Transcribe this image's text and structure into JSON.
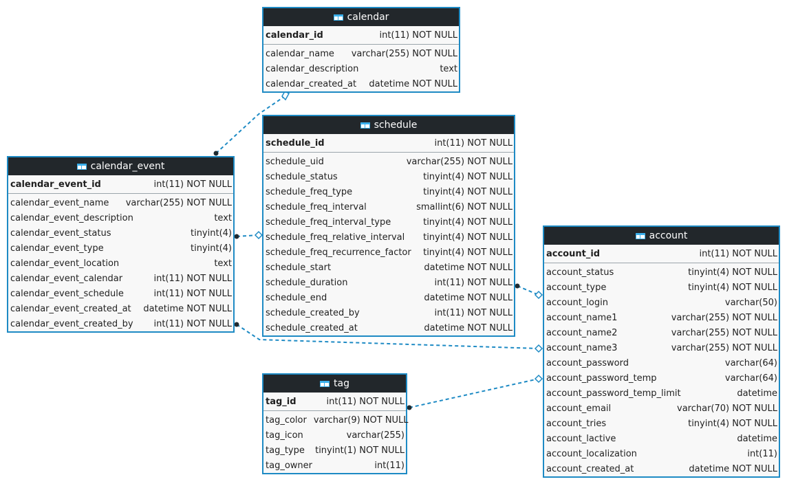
{
  "tables": {
    "calendar": {
      "name": "calendar",
      "columns": [
        {
          "name": "calendar_id",
          "type": "int(11) NOT NULL",
          "pk": true
        },
        {
          "name": "calendar_name",
          "type": "varchar(255) NOT NULL"
        },
        {
          "name": "calendar_description",
          "type": "text"
        },
        {
          "name": "calendar_created_at",
          "type": "datetime NOT NULL"
        }
      ]
    },
    "schedule": {
      "name": "schedule",
      "columns": [
        {
          "name": "schedule_id",
          "type": "int(11) NOT NULL",
          "pk": true
        },
        {
          "name": "schedule_uid",
          "type": "varchar(255) NOT NULL"
        },
        {
          "name": "schedule_status",
          "type": "tinyint(4) NOT NULL"
        },
        {
          "name": "schedule_freq_type",
          "type": "tinyint(4) NOT NULL"
        },
        {
          "name": "schedule_freq_interval",
          "type": "smallint(6) NOT NULL"
        },
        {
          "name": "schedule_freq_interval_type",
          "type": "tinyint(4) NOT NULL"
        },
        {
          "name": "schedule_freq_relative_interval",
          "type": "tinyint(4) NOT NULL"
        },
        {
          "name": "schedule_freq_recurrence_factor",
          "type": "tinyint(4) NOT NULL"
        },
        {
          "name": "schedule_start",
          "type": "datetime NOT NULL"
        },
        {
          "name": "schedule_duration",
          "type": "int(11) NOT NULL"
        },
        {
          "name": "schedule_end",
          "type": "datetime NOT NULL"
        },
        {
          "name": "schedule_created_by",
          "type": "int(11) NOT NULL"
        },
        {
          "name": "schedule_created_at",
          "type": "datetime NOT NULL"
        }
      ]
    },
    "calendar_event": {
      "name": "calendar_event",
      "columns": [
        {
          "name": "calendar_event_id",
          "type": "int(11) NOT NULL",
          "pk": true
        },
        {
          "name": "calendar_event_name",
          "type": "varchar(255) NOT NULL"
        },
        {
          "name": "calendar_event_description",
          "type": "text"
        },
        {
          "name": "calendar_event_status",
          "type": "tinyint(4)"
        },
        {
          "name": "calendar_event_type",
          "type": "tinyint(4)"
        },
        {
          "name": "calendar_event_location",
          "type": "text"
        },
        {
          "name": "calendar_event_calendar",
          "type": "int(11) NOT NULL"
        },
        {
          "name": "calendar_event_schedule",
          "type": "int(11) NOT NULL"
        },
        {
          "name": "calendar_event_created_at",
          "type": "datetime NOT NULL"
        },
        {
          "name": "calendar_event_created_by",
          "type": "int(11) NOT NULL"
        }
      ]
    },
    "tag": {
      "name": "tag",
      "columns": [
        {
          "name": "tag_id",
          "type": "int(11) NOT NULL",
          "pk": true
        },
        {
          "name": "tag_color",
          "type": "varchar(9) NOT NULL"
        },
        {
          "name": "tag_icon",
          "type": "varchar(255)"
        },
        {
          "name": "tag_type",
          "type": "tinyint(1) NOT NULL"
        },
        {
          "name": "tag_owner",
          "type": "int(11)"
        }
      ]
    },
    "account": {
      "name": "account",
      "columns": [
        {
          "name": "account_id",
          "type": "int(11) NOT NULL",
          "pk": true
        },
        {
          "name": "account_status",
          "type": "tinyint(4) NOT NULL"
        },
        {
          "name": "account_type",
          "type": "tinyint(4) NOT NULL"
        },
        {
          "name": "account_login",
          "type": "varchar(50)"
        },
        {
          "name": "account_name1",
          "type": "varchar(255) NOT NULL"
        },
        {
          "name": "account_name2",
          "type": "varchar(255) NOT NULL"
        },
        {
          "name": "account_name3",
          "type": "varchar(255) NOT NULL"
        },
        {
          "name": "account_password",
          "type": "varchar(64)"
        },
        {
          "name": "account_password_temp",
          "type": "varchar(64)"
        },
        {
          "name": "account_password_temp_limit",
          "type": "datetime"
        },
        {
          "name": "account_email",
          "type": "varchar(70) NOT NULL"
        },
        {
          "name": "account_tries",
          "type": "tinyint(4) NOT NULL"
        },
        {
          "name": "account_lactive",
          "type": "datetime"
        },
        {
          "name": "account_localization",
          "type": "int(11)"
        },
        {
          "name": "account_created_at",
          "type": "datetime NOT NULL"
        }
      ]
    }
  },
  "colors": {
    "header_bg": "#22272b",
    "header_text": "#ffffff",
    "border": "#1d8ac4",
    "body_bg": "#f8f8f8",
    "link": "#1d8ac4",
    "table_icon": "#3ab0ec"
  },
  "relationships": [
    {
      "from": "calendar_event",
      "to": "calendar"
    },
    {
      "from": "calendar_event",
      "to": "schedule"
    },
    {
      "from": "calendar_event",
      "to": "account"
    },
    {
      "from": "schedule",
      "to": "account"
    },
    {
      "from": "tag",
      "to": "account"
    }
  ]
}
